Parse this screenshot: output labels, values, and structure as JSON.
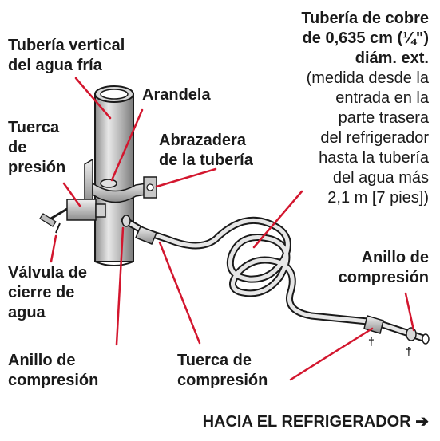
{
  "copper_tube_label": {
    "line1": "Tubería de cobre",
    "line2": "de 0,635 cm (¼\")",
    "line3": "diám. ext.",
    "note1": "(medida desde la",
    "note2": "entrada en la",
    "note3": "parte trasera",
    "note4": "del refrigerador",
    "note5": "hasta la tubería",
    "note6": "del agua más",
    "note7": "2,1 m [7 pies])"
  },
  "vertical_pipe_label": {
    "line1": "Tubería vertical",
    "line2": "del agua fría"
  },
  "washer_label": "Arandela",
  "pressure_nut_label": {
    "line1": "Tuerca",
    "line2": "de",
    "line3": "presión"
  },
  "pipe_clamp_label": {
    "line1": "Abrazadera",
    "line2": "de la tubería"
  },
  "shutoff_valve_label": {
    "line1": "Válvula de",
    "line2": "cierre de",
    "line3": "agua"
  },
  "compression_ring_left_label": {
    "line1": "Anillo de",
    "line2": "compresión"
  },
  "compression_nut_label": {
    "line1": "Tuerca de",
    "line2": "compresión"
  },
  "compression_ring_right_label": {
    "line1": "Anillo de",
    "line2": "compresión"
  },
  "dagger_mark": "†",
  "to_refrigerator_label": "HACIA EL REFRIGERADOR ➔",
  "colors": {
    "leader": "#d3162e",
    "ink": "#1a1a1a",
    "metal": "#b9b9b9",
    "background": "#ffffff"
  }
}
